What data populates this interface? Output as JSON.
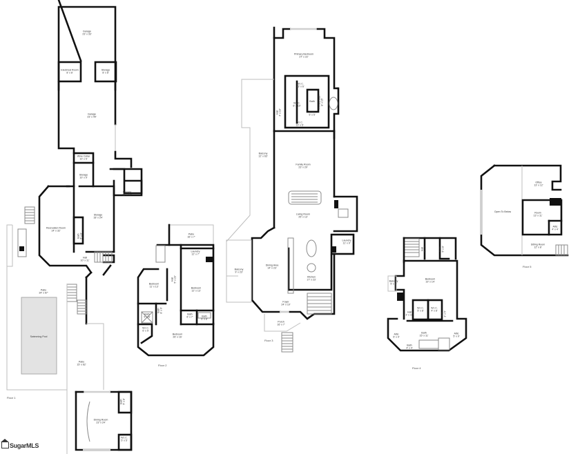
{
  "plan": {
    "title": "Floor Plan",
    "floors": [
      {
        "label": "Floor 1",
        "rooms": [
          {
            "name": "Garage",
            "dims": "23' x 33'"
          },
          {
            "name": "Electrical Room",
            "dims": "8' x 8'"
          },
          {
            "name": "Storage",
            "dims": "8' x 8'"
          },
          {
            "name": "Garage",
            "dims": "23' x 44'"
          },
          {
            "name": "Wine Cellar",
            "dims": "10' x 5'"
          },
          {
            "name": "Storage",
            "dims": "10' x 9'"
          },
          {
            "name": "Storage",
            "dims": "15' x 17'"
          },
          {
            "name": "Storage",
            "dims": "18' x 24'"
          },
          {
            "name": "Recreation Room",
            "dims": "14' x 32'"
          },
          {
            "name": "Bath",
            "dims": "5' x 8'"
          },
          {
            "name": "Hall",
            "dims": "10' x 11'"
          },
          {
            "name": "Patio",
            "dims": "34' x 67'"
          },
          {
            "name": "Swimming Pool",
            "dims": ""
          },
          {
            "name": "Patio",
            "dims": "15' x 62'"
          },
          {
            "name": "Dining Room",
            "dims": "23' x 24'"
          },
          {
            "name": "Bath",
            "dims": "5' x 8'"
          },
          {
            "name": "W.I.C.",
            "dims": "5' x 5'"
          }
        ]
      },
      {
        "label": "Floor 2",
        "rooms": [
          {
            "name": "Patio",
            "dims": "16' x 7'"
          },
          {
            "name": "Laundry",
            "dims": "12' x 7'"
          },
          {
            "name": "Hall",
            "dims": "5' x 23'"
          },
          {
            "name": "Bedroom",
            "dims": "11' x 13'"
          },
          {
            "name": "Bedroom",
            "dims": "12' x 13'"
          },
          {
            "name": "Bath",
            "dims": "6' x 7'"
          },
          {
            "name": "Bath",
            "dims": "8' x 9'"
          },
          {
            "name": "Bath",
            "dims": "5' x 6'"
          },
          {
            "name": "Bath",
            "dims": "6' x 8'"
          },
          {
            "name": "W.I.C.",
            "dims": "6' x 5'"
          },
          {
            "name": "Bedroom",
            "dims": "26' x 16'"
          }
        ]
      },
      {
        "label": "Floor 3",
        "rooms": [
          {
            "name": "Primary Bedroom",
            "dims": "27' x 22'"
          },
          {
            "name": "W.I.C.",
            "dims": "13' x 6'"
          },
          {
            "name": "W.I.C.",
            "dims": "6' x 10'"
          },
          {
            "name": "Bath",
            "dims": ""
          },
          {
            "name": "Primary Bath",
            "dims": "8' x 15'"
          },
          {
            "name": "Bath",
            "dims": "5' x 5'"
          },
          {
            "name": "W.I.C.",
            "dims": "13' x 5'"
          },
          {
            "name": "Hall",
            "dims": "4' x 10'"
          },
          {
            "name": "Balcony",
            "dims": "12' x 63'"
          },
          {
            "name": "Family Room",
            "dims": "23' x 29'"
          },
          {
            "name": "Living Room",
            "dims": "25' x 13'"
          },
          {
            "name": "Laundry",
            "dims": "11' x 9'"
          },
          {
            "name": "Balcony",
            "dims": "9' x 23'"
          },
          {
            "name": "Dining Area",
            "dims": "14' x 23'"
          },
          {
            "name": "Kitchen",
            "dims": "17' x 23'"
          },
          {
            "name": "Foyer",
            "dims": "24' x 10'"
          },
          {
            "name": "Porch",
            "dims": "16' x 7'"
          }
        ]
      },
      {
        "label": "Floor 4",
        "rooms": [
          {
            "name": "Hall",
            "dims": "8' x 8'"
          },
          {
            "name": "Bath",
            "dims": "5' x 8'"
          },
          {
            "name": "Bedroom",
            "dims": "19' x 14'"
          },
          {
            "name": "Balcony",
            "dims": "5' x 6'"
          },
          {
            "name": "Hall",
            "dims": "3' x 10'"
          },
          {
            "name": "W.I.C.",
            "dims": "5' x 8'"
          },
          {
            "name": "W.I.C.",
            "dims": "4' x 8'"
          },
          {
            "name": "Hall",
            "dims": "3' x 5'"
          },
          {
            "name": "Attic",
            "dims": "6' x 9'"
          },
          {
            "name": "Bath",
            "dims": "15' x 11'"
          },
          {
            "name": "Attic",
            "dims": "5' x 9'"
          },
          {
            "name": "Bath",
            "dims": "4' x 4'"
          }
        ]
      },
      {
        "label": "Floor 5",
        "rooms": [
          {
            "name": "Office",
            "dims": "13' x 12'"
          },
          {
            "name": "Open To Below",
            "dims": ""
          },
          {
            "name": "Room",
            "dims": "13' x 11'"
          },
          {
            "name": "Attic",
            "dims": "4' x 4'"
          },
          {
            "name": "Sitting Room",
            "dims": "12' x 8'"
          }
        ]
      }
    ],
    "brand": "SugarMLS",
    "brand_icon": "house-icon"
  }
}
